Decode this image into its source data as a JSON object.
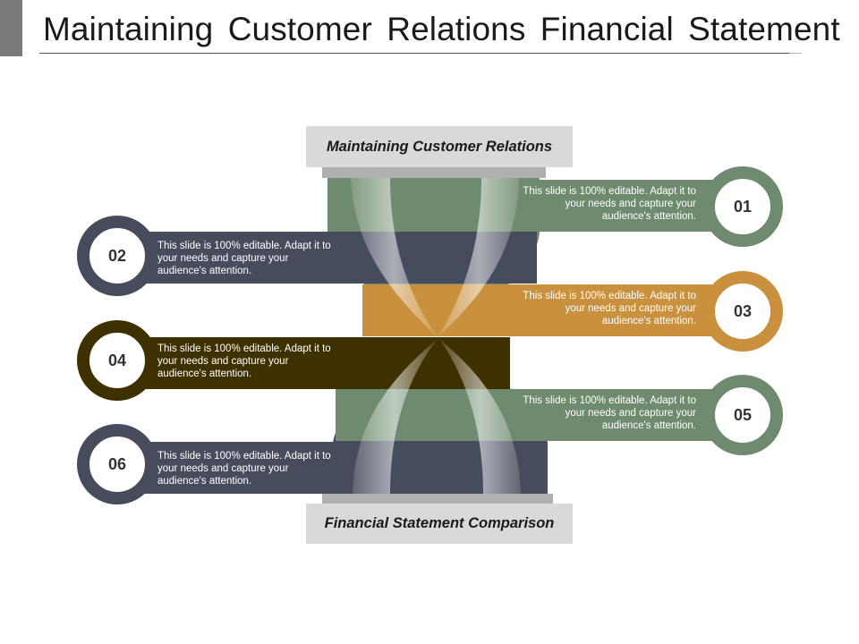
{
  "title": "Maintaining Customer Relations Financial Statement",
  "top_label": "Maintaining Customer Relations",
  "bottom_label": "Financial Statement Comparison",
  "colors": {
    "green": "#6e8a6f",
    "slate": "#474c5c",
    "orange": "#c9913e",
    "brown": "#3f3000",
    "label_bg": "#d9d9d9"
  },
  "items": [
    {
      "number": "01",
      "text": "This slide is 100% editable. Adapt it to your needs and capture your audience's attention.",
      "color": "green"
    },
    {
      "number": "02",
      "text": "This slide is 100% editable. Adapt it to your needs and capture your audience's attention.",
      "color": "slate"
    },
    {
      "number": "03",
      "text": "This slide is 100% editable. Adapt it to your needs and capture your audience's attention.",
      "color": "orange"
    },
    {
      "number": "04",
      "text": "This slide is 100% editable. Adapt it to your needs and capture your audience's attention.",
      "color": "brown"
    },
    {
      "number": "05",
      "text": "This slide is 100% editable. Adapt it to your needs and capture your audience's attention.",
      "color": "green"
    },
    {
      "number": "06",
      "text": "This slide is 100% editable. Adapt it to your needs and capture your audience's attention.",
      "color": "slate"
    }
  ]
}
